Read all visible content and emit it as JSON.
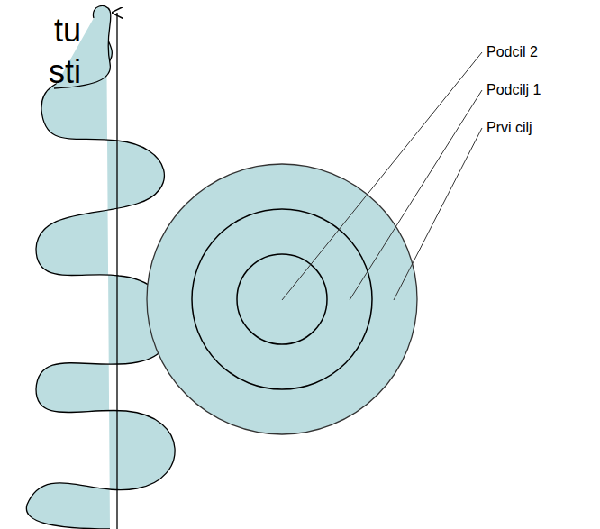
{
  "diagram": {
    "labels": [
      "tu",
      "sti",
      "Podcil 2",
      "Podcilj 1",
      "Prvi cilj"
    ]
  }
}
